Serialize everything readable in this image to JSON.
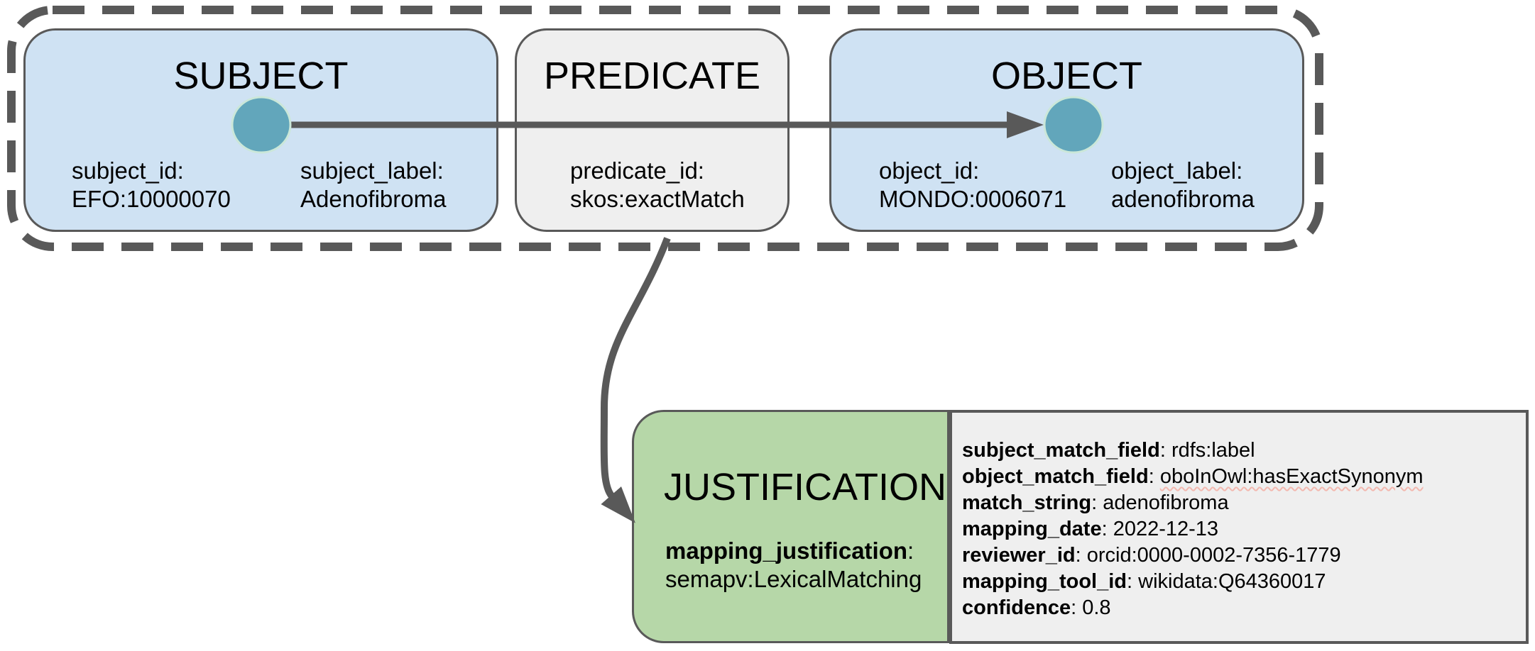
{
  "group": {
    "subject": {
      "title": "SUBJECT",
      "fields": [
        {
          "label": "subject_id:",
          "value": "EFO:10000070"
        },
        {
          "label": "subject_label:",
          "value": "Adenofibroma"
        }
      ]
    },
    "predicate": {
      "title": "PREDICATE",
      "fields": [
        {
          "label": "predicate_id:",
          "value": "skos:exactMatch"
        }
      ]
    },
    "object": {
      "title": "OBJECT",
      "fields": [
        {
          "label": "object_id:",
          "value": "MONDO:0006071"
        },
        {
          "label": "object_label:",
          "value": "adenofibroma"
        }
      ]
    }
  },
  "justification": {
    "title": "JUSTIFICATION",
    "field_key": "mapping_justification",
    "separator": ":",
    "field_value": "semapv:LexicalMatching"
  },
  "details": {
    "separator": ": ",
    "rows": [
      {
        "key": "subject_match_field",
        "value": "rdfs:label"
      },
      {
        "key": "object_match_field",
        "value": "oboInOwl:hasExactSynonym"
      },
      {
        "key": "match_string",
        "value": "adenofibroma"
      },
      {
        "key": "mapping_date",
        "value": "2022-12-13"
      },
      {
        "key": "reviewer_id",
        "value": "orcid:0000-0002-7356-1779"
      },
      {
        "key": "mapping_tool_id",
        "value": "wikidata:Q64360017"
      },
      {
        "key": "confidence",
        "value": "0.8"
      }
    ]
  },
  "colors": {
    "entity_fill": "#cfe2f3",
    "predicate_fill": "#efefef",
    "justification_fill": "#b6d7a8",
    "details_fill": "#efefef",
    "node_fill": "#62a6bb",
    "node_stroke": "#cbe7d9",
    "line_color": "#595959",
    "border_color": "#595959",
    "text_color": "#000000"
  }
}
